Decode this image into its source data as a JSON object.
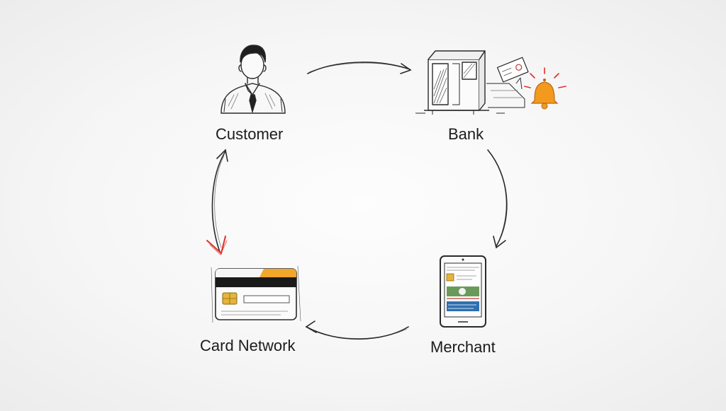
{
  "diagram": {
    "nodes": {
      "customer": {
        "label": "Customer"
      },
      "bank": {
        "label": "Bank"
      },
      "merchant": {
        "label": "Merchant"
      },
      "card_network": {
        "label": "Card Network"
      }
    },
    "colors": {
      "ink": "#2a2a2a",
      "accent_red": "#e0302a",
      "bell_orange": "#f39a1e",
      "card_stripe": "#1a1a1a",
      "chip_gold": "#e6b43a",
      "phone_green": "#6a9a5a",
      "phone_blue": "#2f6fb0"
    },
    "edges": [
      {
        "from": "customer",
        "to": "bank"
      },
      {
        "from": "bank",
        "to": "merchant"
      },
      {
        "from": "merchant",
        "to": "card_network"
      },
      {
        "from": "card_network",
        "to": "customer"
      }
    ]
  }
}
